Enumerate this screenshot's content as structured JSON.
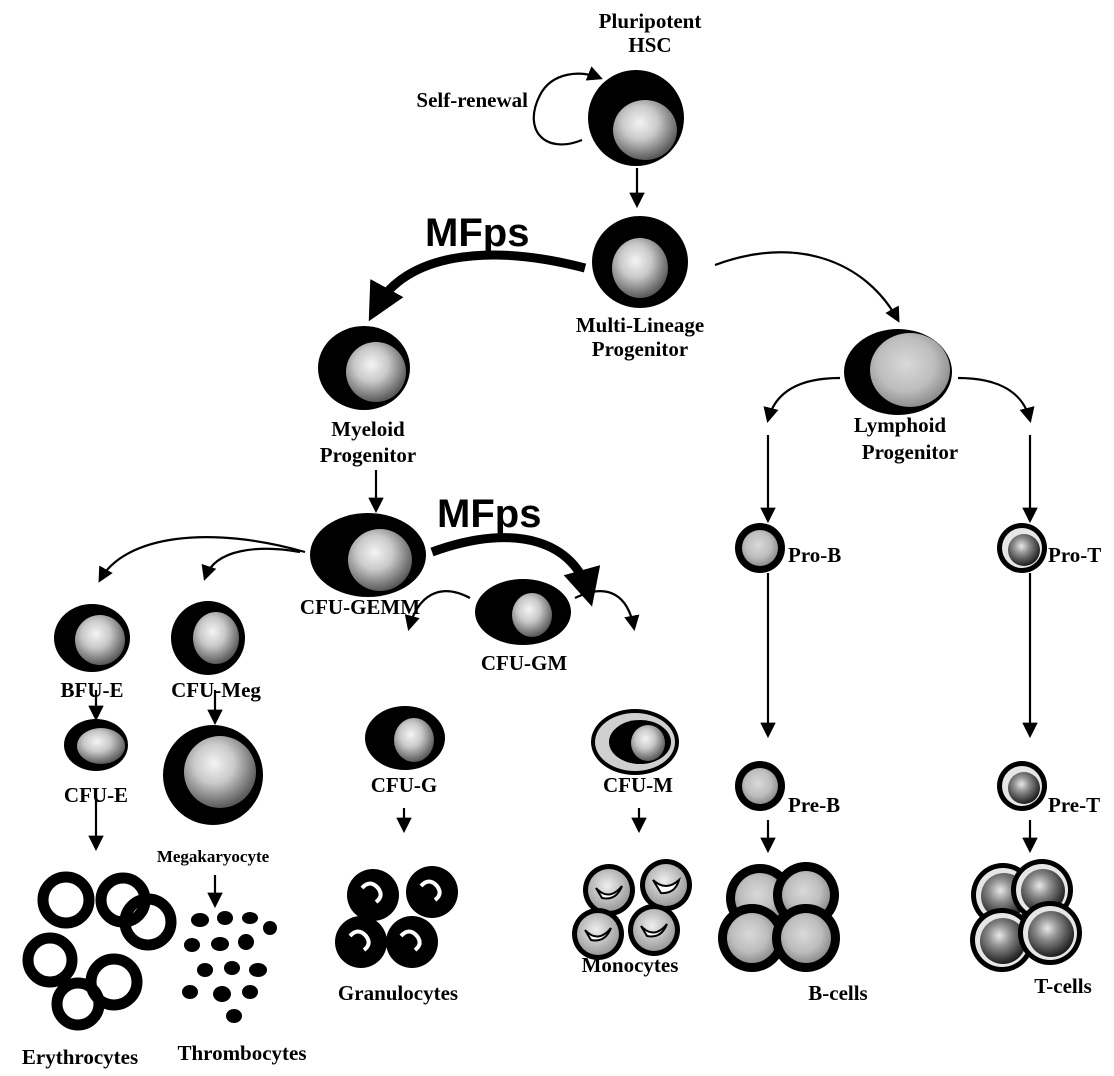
{
  "labels": {
    "pluripotent": "Pluripotent",
    "hsc": "HSC",
    "self_renewal": "Self-renewal",
    "mfps_top": "MFps",
    "multi_lineage_1": "Multi-Lineage",
    "multi_lineage_2": "Progenitor",
    "myeloid_1": "Myeloid",
    "myeloid_2": "Progenitor",
    "mfps_mid": "MFps",
    "lymphoid_1": "Lymphoid",
    "lymphoid_2": "Progenitor",
    "cfu_gemm": "CFU-GEMM",
    "bfu_e": "BFU-E",
    "cfu_meg": "CFU-Meg",
    "cfu_gm": "CFU-GM",
    "pro_b": "Pro-B",
    "pro_t": "Pro-T",
    "cfu_e": "CFU-E",
    "megakaryocyte": "Megakaryocyte",
    "cfu_g": "CFU-G",
    "cfu_m": "CFU-M",
    "pre_b": "Pre-B",
    "pre_t": "Pre-T",
    "granulocytes": "Granulocytes",
    "monocytes": "Monocytes",
    "b_cells": "B-cells",
    "t_cells": "T-cells",
    "erythrocytes": "Erythrocytes",
    "thrombocytes": "Thrombocytes"
  },
  "colors": {
    "ink": "#000000",
    "nucleus_light": "#f2f2f2",
    "nucleus_mid": "#b0b0b0",
    "nucleus_dark": "#555555",
    "monocyte_body": "#c8c8c8"
  }
}
